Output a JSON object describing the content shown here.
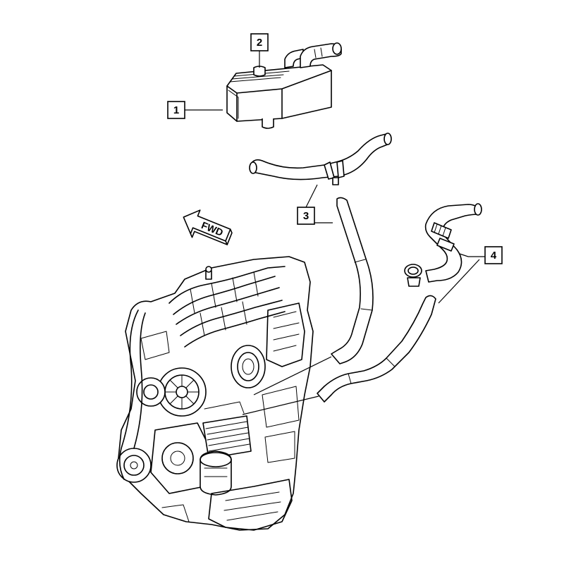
{
  "diagram": {
    "callouts": [
      {
        "id": "1",
        "label": "1"
      },
      {
        "id": "2",
        "label": "2"
      },
      {
        "id": "3",
        "label": "3"
      },
      {
        "id": "4",
        "label": "4"
      }
    ],
    "fwd_arrow": {
      "label": "FWD"
    }
  }
}
